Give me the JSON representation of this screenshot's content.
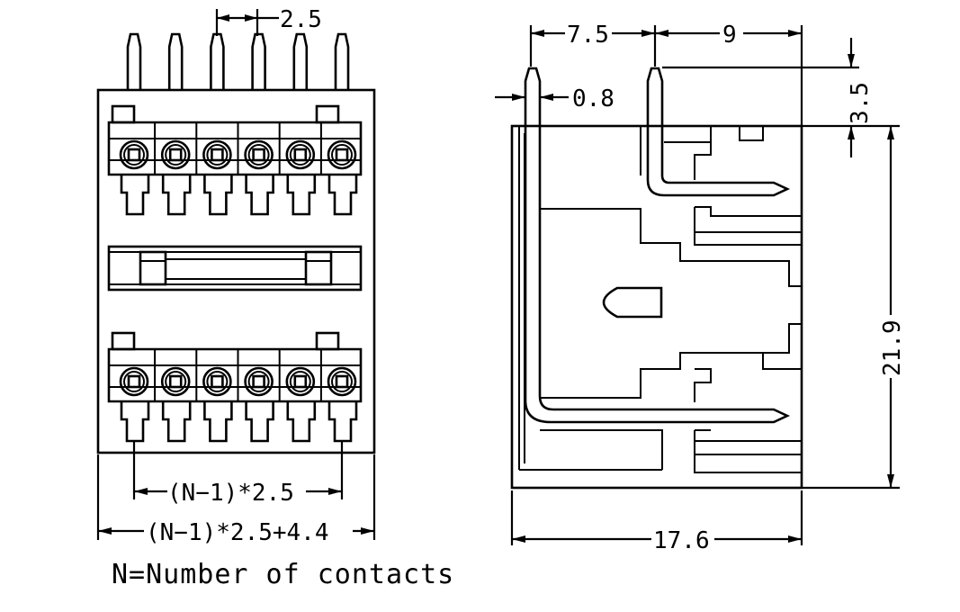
{
  "dimensions": {
    "pitch": "2.5",
    "span_pitch": "(N−1)*2.5",
    "span_total": "(N−1)*2.5+4.4",
    "offset_left": "7.5",
    "offset_right": "9",
    "pin_width": "0.8",
    "pin_height": "3.5",
    "body_height": "21.9",
    "body_depth": "17.6"
  },
  "note": "N=Number of contacts",
  "contacts_shown": 6,
  "colors": {
    "line": "#000000",
    "background": "#ffffff"
  }
}
